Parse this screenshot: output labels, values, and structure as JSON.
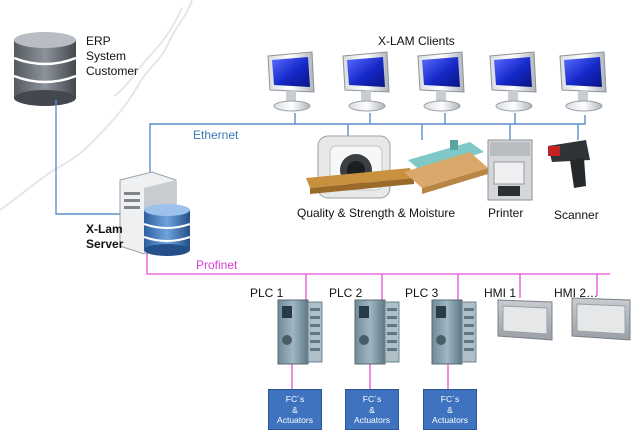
{
  "labels": {
    "erp": [
      "ERP",
      "System",
      "Customer"
    ],
    "clients": "X-LAM Clients",
    "ethernet": "Ethernet",
    "quality": "Quality & Strength & Moisture",
    "printer": "Printer",
    "scanner": "Scanner",
    "server": [
      "X-Lam",
      "Server"
    ],
    "profinet": "Profinet",
    "plc1": "PLC 1",
    "plc2": "PLC 2",
    "plc3": "PLC 3",
    "hmi1": "HMI 1",
    "hmi2": "HMI 2…"
  },
  "fc_boxes": [
    [
      "FC´s",
      "&",
      "Actuators"
    ],
    [
      "FC´s",
      "&",
      "Actuators"
    ],
    [
      "FC´s",
      "&",
      "Actuators"
    ]
  ],
  "colors": {
    "ethernet_line": "#5b8fc7",
    "profinet_line": "#e64fd6",
    "ethernet_text": "#3c79b6",
    "profinet_text": "#d63cd2",
    "fc_box": "#3f73bf"
  }
}
